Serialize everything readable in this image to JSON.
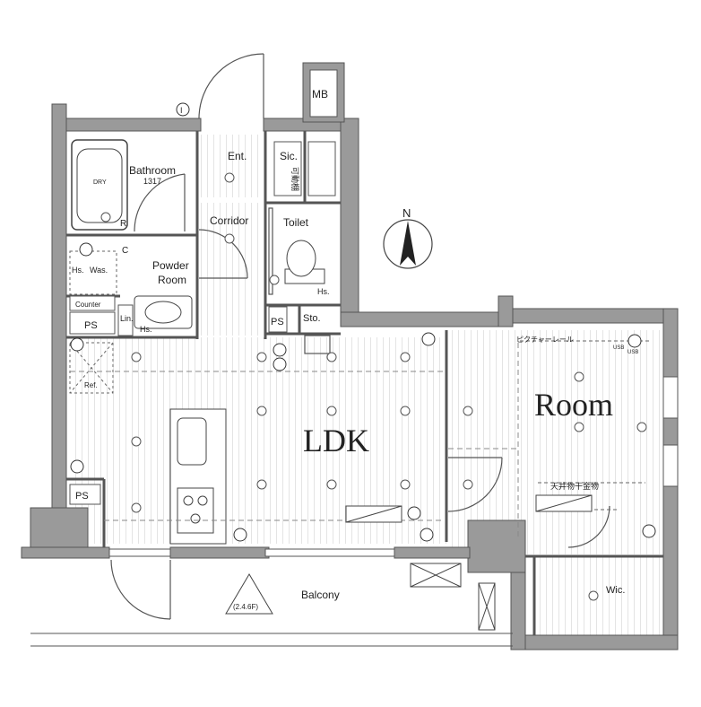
{
  "plan": {
    "rooms": {
      "mb": "MB",
      "bathroom": "Bathroom",
      "bathroom_size": "1317",
      "entrance": "Ent.",
      "shoe_closet": "Sic.",
      "adjustable_shelf": "可動棚",
      "corridor": "Corridor",
      "toilet": "Toilet",
      "powder_room_1": "Powder",
      "powder_room_2": "Room",
      "washer": "Was.",
      "hs_left": "Hs.",
      "hs_toilet": "Hs.",
      "hs_powder": "Hs.",
      "counter": "Counter",
      "ps_top": "PS",
      "ps_mid": "PS",
      "ps_bottom": "PS",
      "linen": "Lin.",
      "storage": "Sto.",
      "refrigerator": "Ref.",
      "ldk": "LDK",
      "room": "Room",
      "picture_rail": "ピクチャーレール",
      "ceiling_hanger": "天井物干金物",
      "wic": "Wic.",
      "balcony": "Balcony",
      "floor_note": "(2.4.6F)",
      "compass_n": "N",
      "dry": "DRY",
      "usb_1": "USB",
      "usb_2": "USB",
      "symbol_i": "I",
      "symbol_c": "C",
      "symbol_r": "R"
    }
  }
}
